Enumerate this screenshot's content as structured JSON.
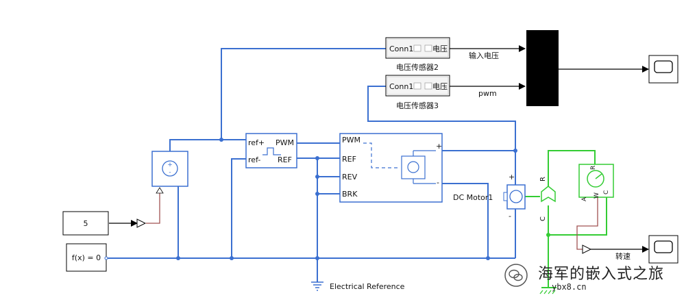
{
  "blocks": {
    "constant": {
      "value": "5"
    },
    "solver": {
      "label": "f(x) = 0"
    },
    "sensor2": {
      "port": "Conn1",
      "output": "电压",
      "name": "电压传感器2"
    },
    "sensor3": {
      "port": "Conn1",
      "output": "电压",
      "name": "电压传感器3"
    },
    "pwm": {
      "ref_plus": "ref+",
      "ref_minus": "ref-",
      "out": "PWM",
      "ref_out": "REF"
    },
    "driver": {
      "in_pwm": "PWM",
      "in_ref": "REF",
      "in_rev": "REV",
      "in_brk": "BRK",
      "plus": "+",
      "minus": "-"
    },
    "motor": {
      "name": "DC Motor1",
      "plus": "+",
      "minus": "-"
    },
    "speed_sensor": {
      "port_r": "R",
      "port_c": "C"
    },
    "tach": {
      "port_r": "R",
      "port_c": "C",
      "port_a": "A",
      "port_w": "W"
    },
    "ground": {
      "name": "Electrical Reference"
    }
  },
  "signals": {
    "input_voltage": "输入电压",
    "pwm": "pwm",
    "speed": "转速"
  },
  "watermark": {
    "text": "海军的嵌入式之旅",
    "site": "ybx8.cn"
  },
  "colors": {
    "wire_electrical": "#3a6fd0",
    "wire_mechanical": "#33cc33",
    "wire_signal": "#000000",
    "wire_physical_signal": "#a05050",
    "block_border": "#3a6fd0",
    "mux_fill": "#000000"
  }
}
